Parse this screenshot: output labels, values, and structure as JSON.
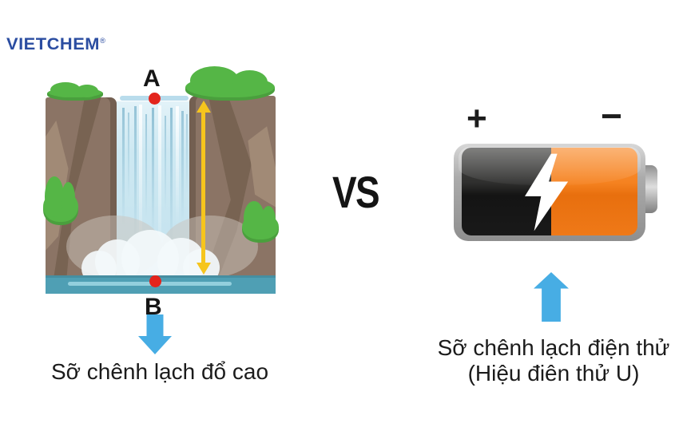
{
  "logo": {
    "text": "VIETCHEM",
    "registered_mark": "®"
  },
  "vs_label": "VS",
  "left_figure": {
    "top_point_label": "A",
    "bottom_point_label": "B",
    "caption": "Sỡ chênh lạch đổ cao"
  },
  "right_figure": {
    "positive_terminal_label": "+",
    "negative_terminal_label": "−",
    "caption_line1": "Sỡ chênh lạch điện thử",
    "caption_line2": "(Hiệu điên thử U)"
  },
  "colors": {
    "logo_blue": "#2b4da1",
    "arrow_blue": "#47ade4",
    "measure_arrow_yellow": "#f6c51d",
    "point_red": "#e3241c",
    "battery_orange": "#f58220",
    "battery_black": "#141414",
    "water_teal": "#4f9fb4",
    "waterfall_blue": "#cde8f2",
    "cliff_brown": "#8b7465",
    "bush_green": "#55b646"
  }
}
